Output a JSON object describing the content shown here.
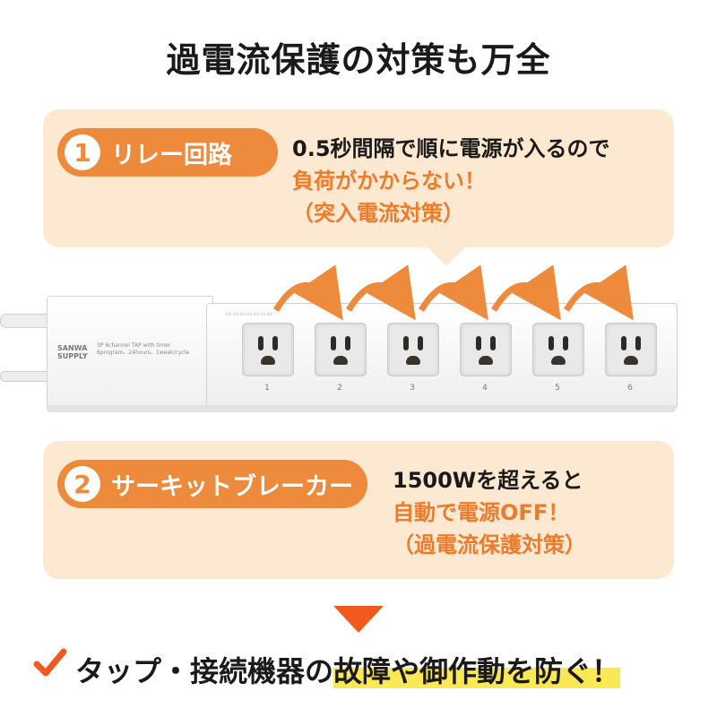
{
  "title": "過電流保護の対策も万全",
  "feature1": {
    "number": "1",
    "label": "リレー回路",
    "line1": "0.5秒間隔で順に電源が入るので",
    "line2": "負荷がかからない！",
    "line3": "（突入電流対策）"
  },
  "feature2": {
    "number": "2",
    "label": "サーキットブレーカー",
    "line1": "1500Wを超えると",
    "line2": "自動で電源OFF！",
    "line3": "（過電流保護対策）"
  },
  "product": {
    "brand": "SANWA SUPPLY",
    "model_line1": "3P 6channel TAP with timer",
    "model_line2": "6program、24hours、1week/cycle",
    "outlet_numbers": [
      "1",
      "2",
      "3",
      "4",
      "5",
      "6"
    ]
  },
  "bottom": {
    "plain": "タップ・接続機器の",
    "highlight": "故障や御作動を防ぐ！"
  },
  "colors": {
    "accent": "#ee8a3c",
    "panel": "#fde8d2",
    "down_arrow": "#f05a1c",
    "highlight": "#fbe855"
  },
  "icons": [
    "check-icon",
    "down-arrow-icon",
    "sequence-arrow-icon"
  ]
}
